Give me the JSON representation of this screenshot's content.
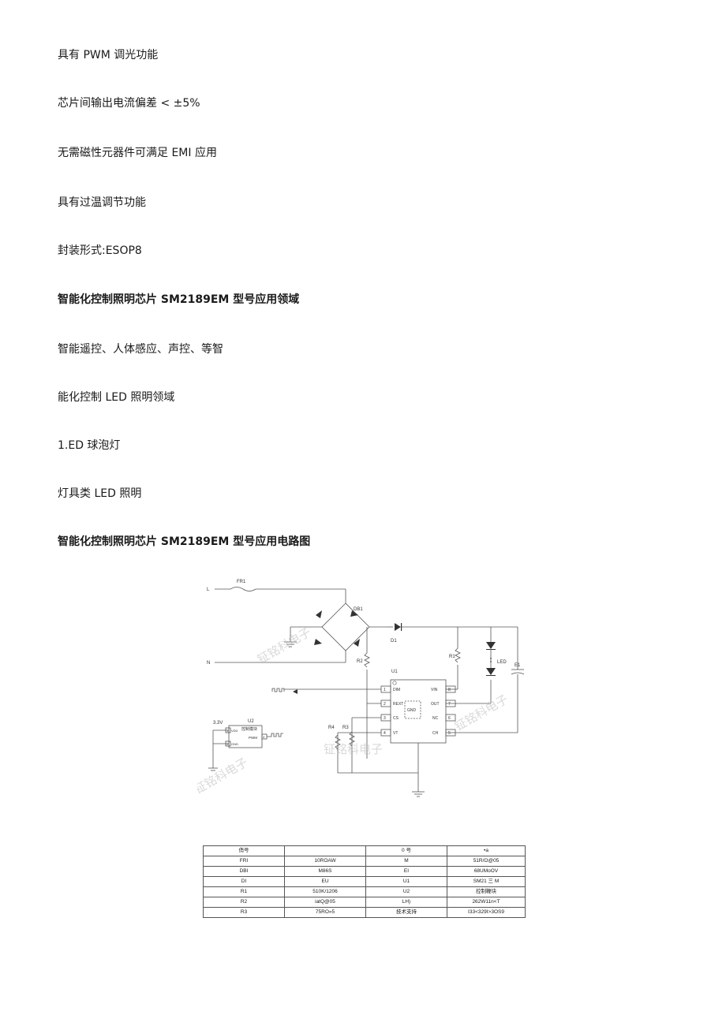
{
  "paragraphs": [
    "具有 PWM 调光功能",
    "芯片间输出电流偏差 < ±5%",
    "无需磁性元器件可满足 EMI 应用",
    "具有过温调节功能",
    "封装形式:ESOP8"
  ],
  "heading_applications": "智能化控制照明芯片 SM2189EM 型号应用领域",
  "applications": [
    "智能遥控、人体感应、声控、等智",
    "能化控制 LED 照明领域",
    "1.ED 球泡灯",
    "灯具类 LED 照明"
  ],
  "heading_circuit": "智能化控制照明芯片 SM2189EM 型号应用电路图",
  "circuit": {
    "L": "L",
    "N": "N",
    "FR1": "FR1",
    "DB1": "DB1",
    "D1": "D1",
    "R1": "R1",
    "R2": "R2",
    "R3": "R3",
    "R4": "R4",
    "U1": "U1",
    "U2": "U2",
    "E1": "E1",
    "LED": "LED",
    "v33": "3.3V",
    "ctrl": "控制模块",
    "pwm": "PWM",
    "gnd": "GND",
    "pins_left": [
      "DIM",
      "REXT",
      "CS",
      "VT"
    ],
    "pins_left_num": [
      "1",
      "2",
      "3",
      "4"
    ],
    "pins_right": [
      "VIN",
      "OUT",
      "NC",
      "CH"
    ],
    "pins_right_num": [
      "8",
      "7",
      "6",
      "5"
    ],
    "u2_pins": [
      "VDD",
      "GND"
    ],
    "u2_nums": [
      "1",
      "2"
    ],
    "u2_out": "3",
    "watermark": "钲铭科电子"
  },
  "bom": [
    [
      "俏号",
      "",
      "0 号",
      "•a"
    ],
    [
      "FRI",
      "10ROAW",
      "M",
      "51R/O@05"
    ],
    [
      "DBI",
      "M86S",
      "EI",
      "68UMoOV"
    ],
    [
      "DI",
      "EU",
      "U1",
      "SM21 三 M"
    ],
    [
      "R1",
      "510K/1206",
      "U2",
      "控制鞭块"
    ],
    [
      "R2",
      "iatQ@05",
      "LH)",
      "262W11n<T"
    ],
    [
      "R3",
      "75RO»5",
      "技术支持",
      "I33<329I>3OS9"
    ]
  ]
}
